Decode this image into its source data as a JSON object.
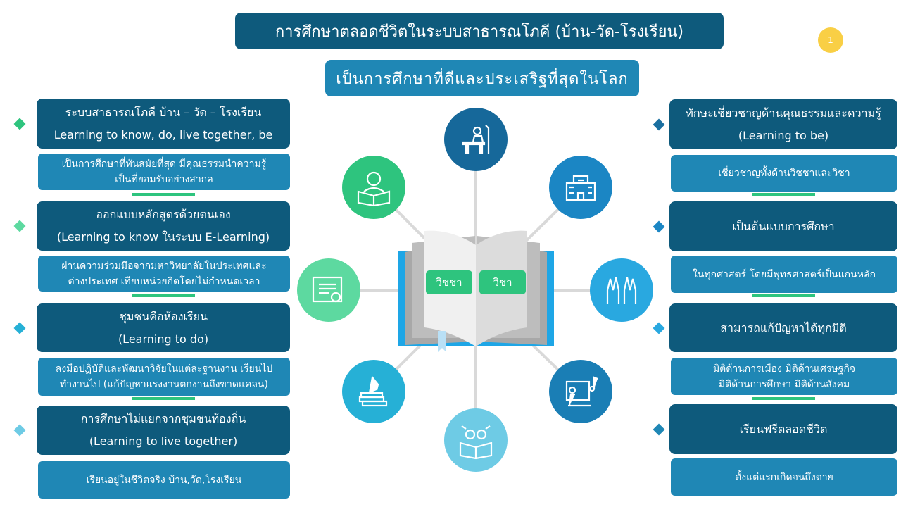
{
  "header": {
    "title": "การศึกษาตลอดชีวิตในระบบสาธารณโภคี  (บ้าน-วัด-โรงเรียน)",
    "subtitle": "เป็นการศึกษาที่ดีและประเสริฐที่สุดในโลก",
    "page_number": "1"
  },
  "left": [
    {
      "line1": "ระบบสาธารณโภคี บ้าน – วัด – โรงเรียน",
      "line2": "Learning to know, do, live together, be",
      "desc1": "เป็นการศึกษาที่ทันสมัยที่สุด มีคุณธรรมนำความรู้",
      "desc2": "เป็นที่ยอมรับอย่างสากล",
      "color": "#2ec47e"
    },
    {
      "line1": "ออกแบบหลักสูตรด้วยตนเอง",
      "line2": "(Learning to know ในระบบ E-Learning)",
      "desc1": "ผ่านความร่วมมือจากมหาวิทยาลัยในประเทศและ",
      "desc2": "ต่างประเทศ เทียบหน่วยกิตโดยไม่กำหนดเวลา",
      "color": "#5dd9a0"
    },
    {
      "line1": "ชุมชนคือห้องเรียน",
      "line2": "(Learning to do)",
      "desc1": "ลงมือปฏิบัติและพัฒนาวิจัยในแต่ละฐานงาน เรียนไป",
      "desc2": "ทำงานไป (แก้ปัญหาแรงงานตกงานถึงขาดแคลน)",
      "color": "#26b0d6"
    },
    {
      "line1": "การศึกษาไม่แยกจากชุมชนท้องถิ่น",
      "line2": "(Learning to live together)",
      "desc1": "เรียนอยู่ในชีวิตจริง บ้าน,วัด,โรงเรียน",
      "desc2": "",
      "color": "#6ecbe5"
    }
  ],
  "right": [
    {
      "line1": "ทักษะเชี่ยวชาญด้านคุณธรรมและความรู้",
      "line2": "(Learning to be)",
      "desc1": "เชี่ยวชาญทั้งด้านวิชชาและวิชา",
      "desc2": "",
      "color": "#1a6fa0"
    },
    {
      "line1": "เป็นต้นแบบการศึกษา",
      "line2": "",
      "desc1": "ในทุกศาสตร์ โดยมีพุทธศาสตร์เป็นแกนหลัก",
      "desc2": "",
      "color": "#1b86c4"
    },
    {
      "line1": "สามารถแก้ปัญหาได้ทุกมิติ",
      "line2": "",
      "desc1": "มิติด้านการเมือง มิติด้านเศรษฐกิจ",
      "desc2": "มิติด้านการศึกษา มิติด้านสังคม",
      "color": "#29a8e0"
    },
    {
      "line1": "เรียนฟรีตลอดชีวิต",
      "line2": "",
      "desc1": "ตั้งแต่แรกเกิดจนถึงตาย",
      "desc2": "",
      "color": "#1f87b5"
    }
  ],
  "book": {
    "left_tag": "วิชชา",
    "right_tag": "วิชา"
  },
  "icons": [
    {
      "name": "teacher-desk-icon",
      "color": "#16689a"
    },
    {
      "name": "school-building-icon",
      "color": "#1b86c4"
    },
    {
      "name": "raised-hands-icon",
      "color": "#29a8e0"
    },
    {
      "name": "music-board-icon",
      "color": "#1a7eb5"
    },
    {
      "name": "owl-reading-icon",
      "color": "#6ecbe5"
    },
    {
      "name": "books-stack-icon",
      "color": "#26b0d6"
    },
    {
      "name": "certificate-icon",
      "color": "#5dd9a0"
    },
    {
      "name": "student-reading-icon",
      "color": "#2ec47e"
    }
  ]
}
